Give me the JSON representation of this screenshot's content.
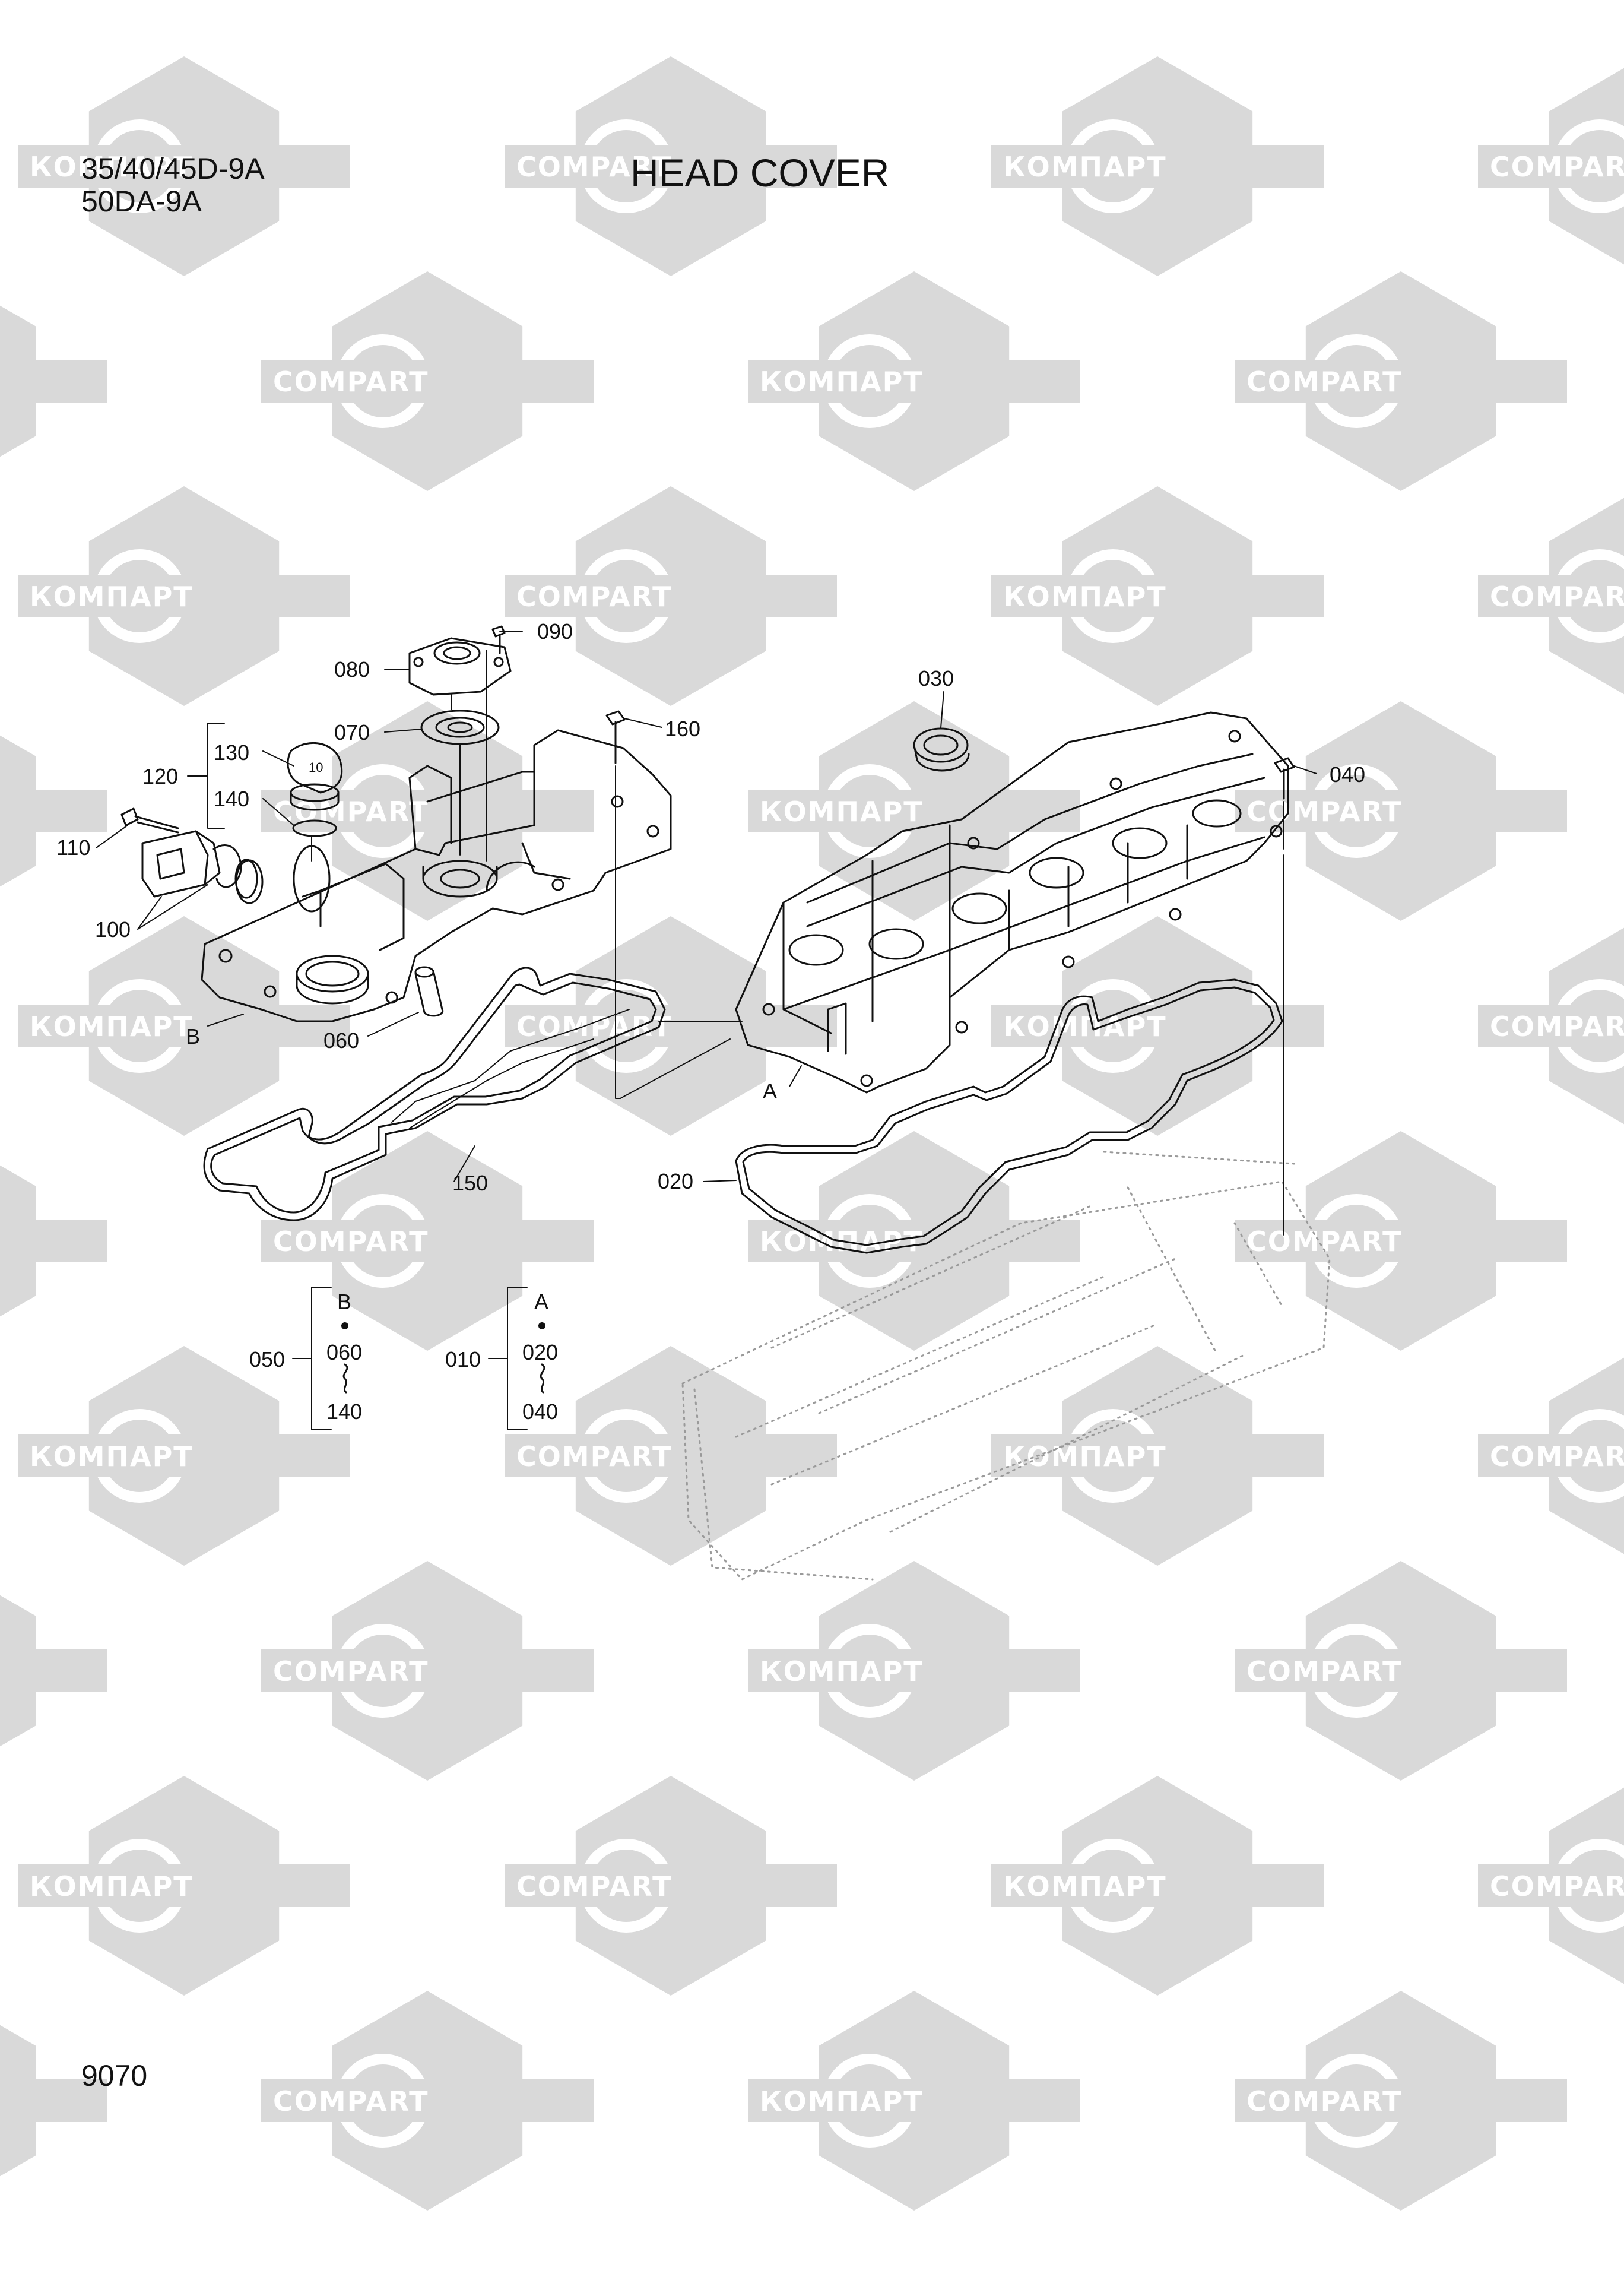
{
  "header": {
    "model_line_1": "35/40/45D-9A",
    "model_line_2": "50DA-9A",
    "title": "HEAD COVER",
    "page_number": "9070"
  },
  "watermark": {
    "text_cyrillic": "КОМПАРТ",
    "text_latin": "COMPART",
    "color": "#d9d9d9"
  },
  "callouts": [
    "090",
    "080",
    "070",
    "160",
    "130",
    "120",
    "140",
    "110",
    "100",
    "B",
    "060",
    "150",
    "030",
    "040",
    "A",
    "020"
  ],
  "assemblies": [
    {
      "number": "050",
      "group": "B",
      "from": "060",
      "to": "140"
    },
    {
      "number": "010",
      "group": "A",
      "from": "020",
      "to": "040"
    }
  ],
  "colors": {
    "line": "#111111",
    "dotted": "#9a9a9a",
    "background": "#ffffff"
  }
}
